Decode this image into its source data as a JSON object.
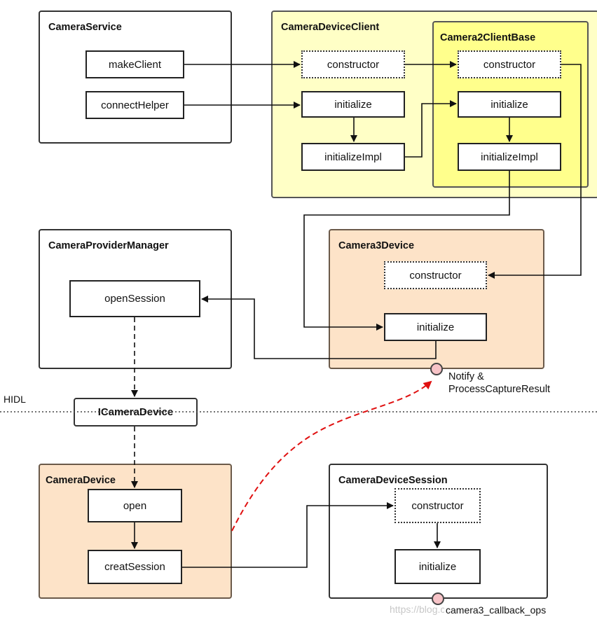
{
  "groups": {
    "camera_service": "CameraService",
    "camera_device_client": "CameraDeviceClient",
    "camera2_client_base": "Camera2ClientBase",
    "camera_provider_manager": "CameraProviderManager",
    "camera3_device": "Camera3Device",
    "camera_device": "CameraDevice",
    "camera_device_session": "CameraDeviceSession"
  },
  "nodes": {
    "make_client": "makeClient",
    "connect_helper": "connectHelper",
    "cdc_constructor": "constructor",
    "cdc_initialize": "initialize",
    "cdc_initialize_impl": "initializeImpl",
    "c2cb_constructor": "constructor",
    "c2cb_initialize": "initialize",
    "c2cb_initialize_impl": "initializeImpl",
    "open_session": "openSession",
    "c3d_constructor": "constructor",
    "c3d_initialize": "initialize",
    "icamera_device": "ICameraDevice",
    "open": "open",
    "creat_session": "creatSession",
    "cds_constructor": "constructor",
    "cds_initialize": "initialize"
  },
  "labels": {
    "hidl": "HIDL",
    "notify_line1": "Notify &",
    "notify_line2": "ProcessCaptureResult",
    "callback_ops": "camera3_callback_ops",
    "watermark": "https://blog.csdn.net/qq_16775"
  },
  "colors": {
    "yellow_group": "#ffffc6",
    "bright_yellow_group": "#ffff8c",
    "peach_group": "#fde3c8",
    "port_fill": "#f7c3c7",
    "callback_arrow": "#e01010"
  }
}
